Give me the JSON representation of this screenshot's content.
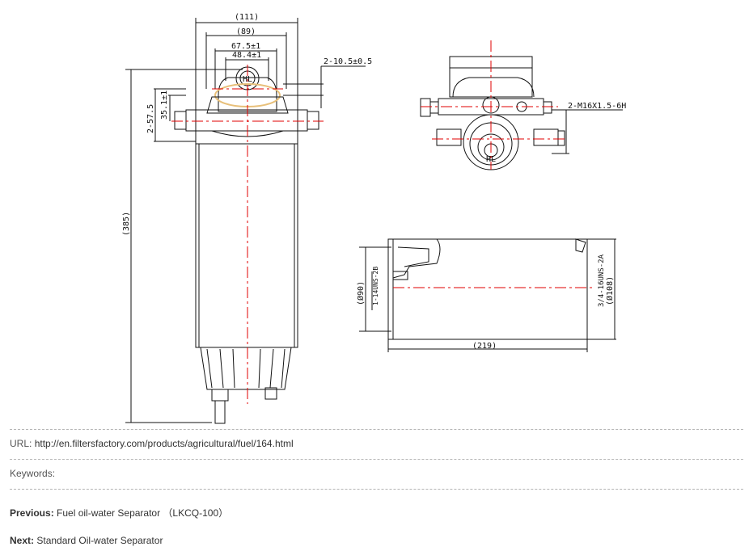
{
  "drawing": {
    "dims": {
      "d111": "(111)",
      "d89": "(89)",
      "d67": "67.5±1",
      "d48": "48.4±1",
      "d10": "2-10.5±0.5",
      "d575": "2-57.5",
      "d351": "35.1±1",
      "d385": "(385)",
      "hl_front": "HL",
      "m16": "2-M16X1.5-6H",
      "hl_top": "HL",
      "d90": "(Ø90)",
      "d14": "1-14UNS-2B",
      "d34": "3/4-16UNS-2A",
      "d108": "(Ø108)",
      "d219": "(219)"
    }
  },
  "info": {
    "url_label": "URL:",
    "url_value": "http://en.filtersfactory.com/products/agricultural/fuel/164.html",
    "keywords_label": "Keywords:",
    "keywords_value": "",
    "previous_label": "Previous:",
    "previous_value": "Fuel oil-water Separator （LKCQ-100）",
    "next_label": "Next:",
    "next_value": "Standard Oil-water Separator"
  },
  "colors": {
    "line": "#111111",
    "center": "#e00000",
    "hatch": "#e8c07a"
  }
}
